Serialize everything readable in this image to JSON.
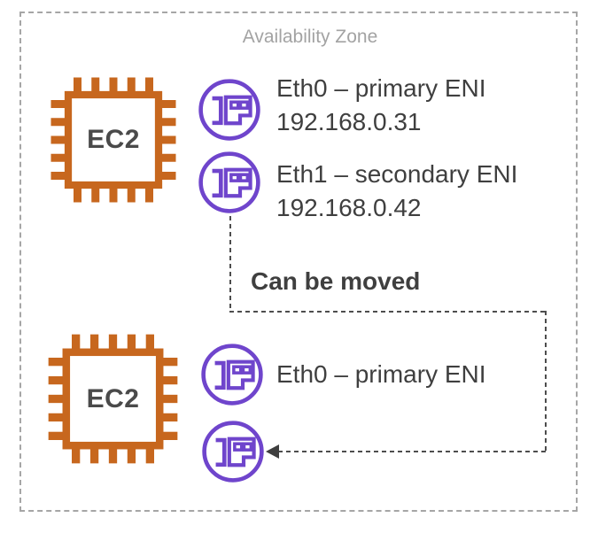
{
  "zone": {
    "label": "Availability Zone"
  },
  "instances": {
    "top": {
      "label": "EC2",
      "enis": [
        {
          "name": "Eth0 – primary ENI",
          "ip": "192.168.0.31"
        },
        {
          "name": "Eth1 – secondary ENI",
          "ip": "192.168.0.42"
        }
      ]
    },
    "bottom": {
      "label": "EC2",
      "enis": [
        {
          "name": "Eth0 – primary ENI"
        }
      ]
    }
  },
  "annotations": {
    "move_label": "Can be moved"
  },
  "colors": {
    "ec2_orange": "#C7671E",
    "eni_purple": "#6F45CC",
    "text_dark": "#3F3F3F",
    "zone_gray": "#A6A6A6",
    "path_gray": "#4D4D4D"
  },
  "icons": {
    "ec2": "ec2-chip-icon",
    "eni": "eni-network-card-icon"
  }
}
